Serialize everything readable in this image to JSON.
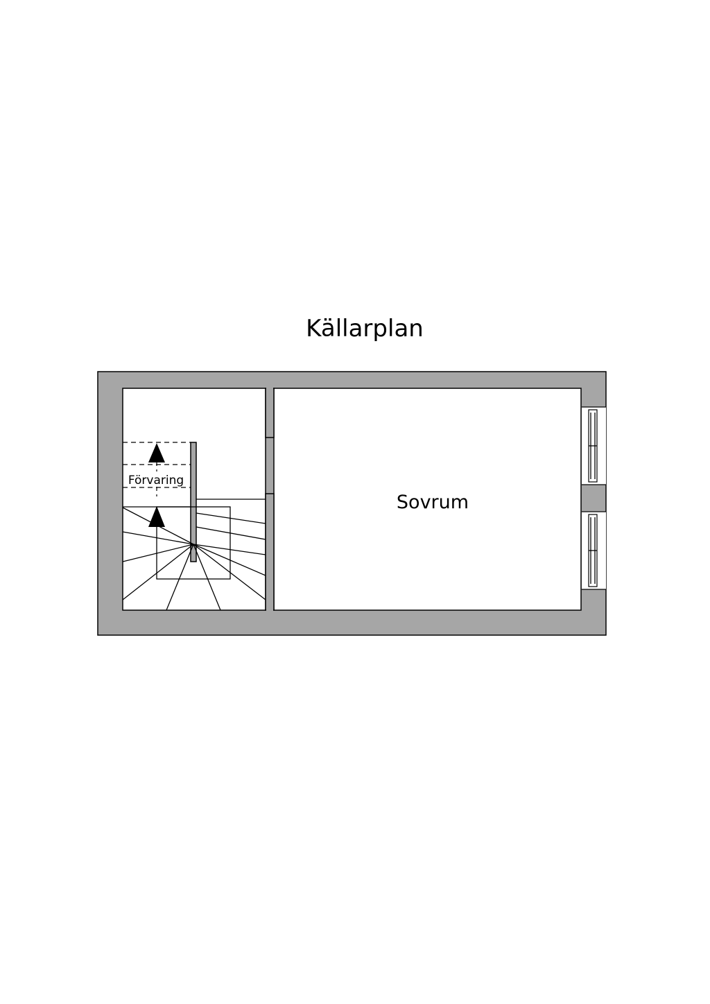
{
  "plan": {
    "title": "Källarplan",
    "rooms": {
      "bedroom": "Sovrum",
      "storage": "Förvaring"
    },
    "colors": {
      "wall": "#a6a6a6",
      "background": "#ffffff",
      "line": "#000000"
    }
  }
}
